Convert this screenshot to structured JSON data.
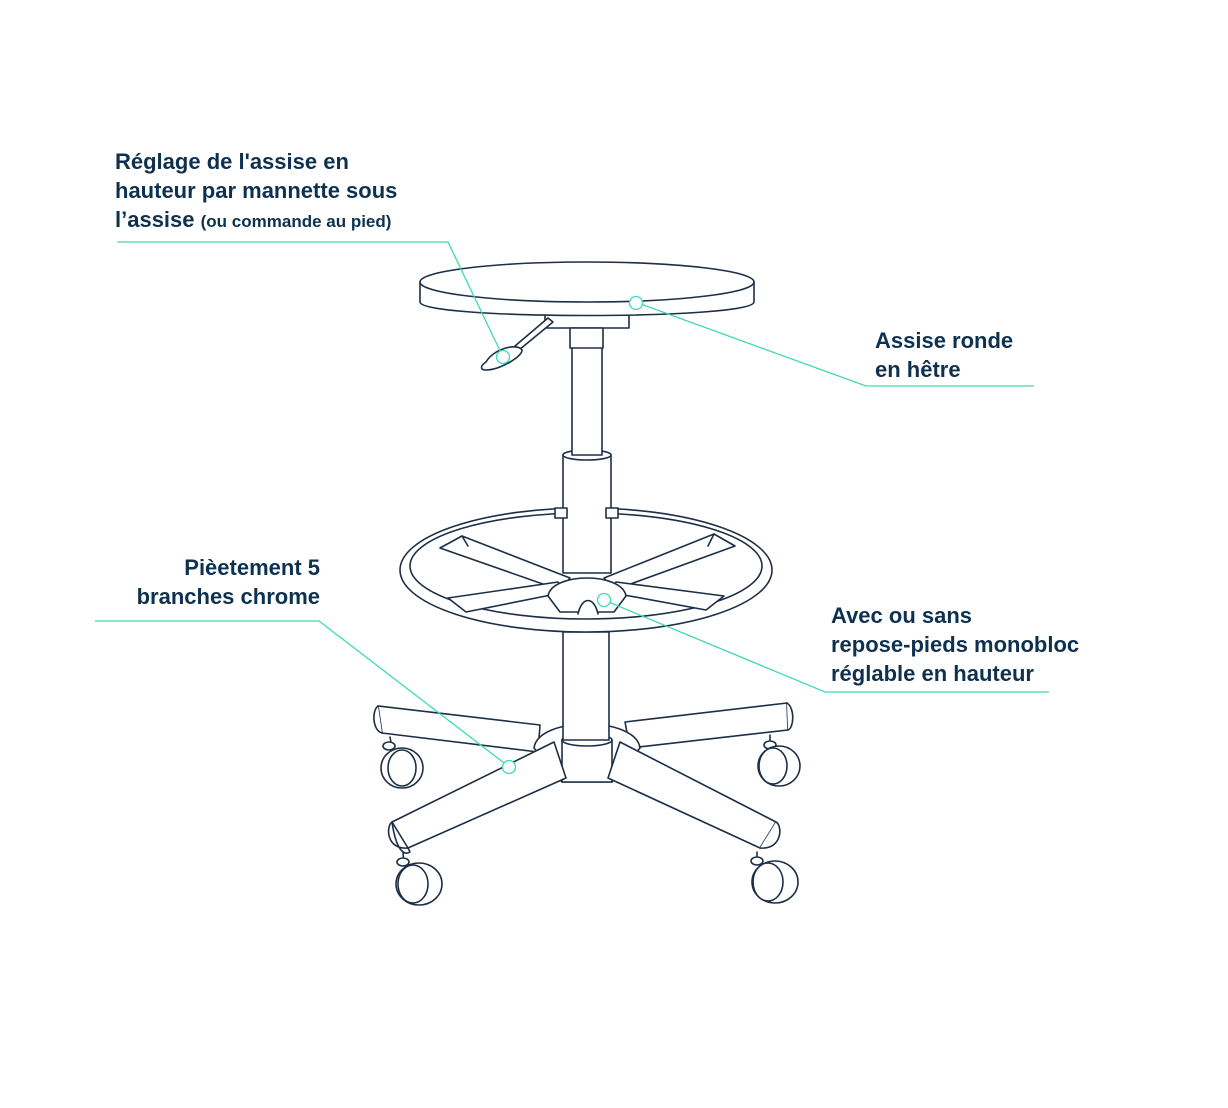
{
  "colors": {
    "text": "#0f3150",
    "stroke": "#1c2f46",
    "callout": "#3fd9b5",
    "background": "#ffffff"
  },
  "callouts": {
    "height_adjust": {
      "line1": "Réglage de l'assise en",
      "line2": "hauteur par mannette sous",
      "line3_main": "l’assise",
      "line3_note": "(ou commande au pied)"
    },
    "seat": {
      "line1": "Assise ronde",
      "line2": "en hêtre"
    },
    "base": {
      "line1": "Pièetement 5",
      "line2": "branches chrome"
    },
    "footrest": {
      "line1": "Avec ou sans",
      "line2": "repose-pieds monobloc",
      "line3": "réglable en hauteur"
    }
  }
}
